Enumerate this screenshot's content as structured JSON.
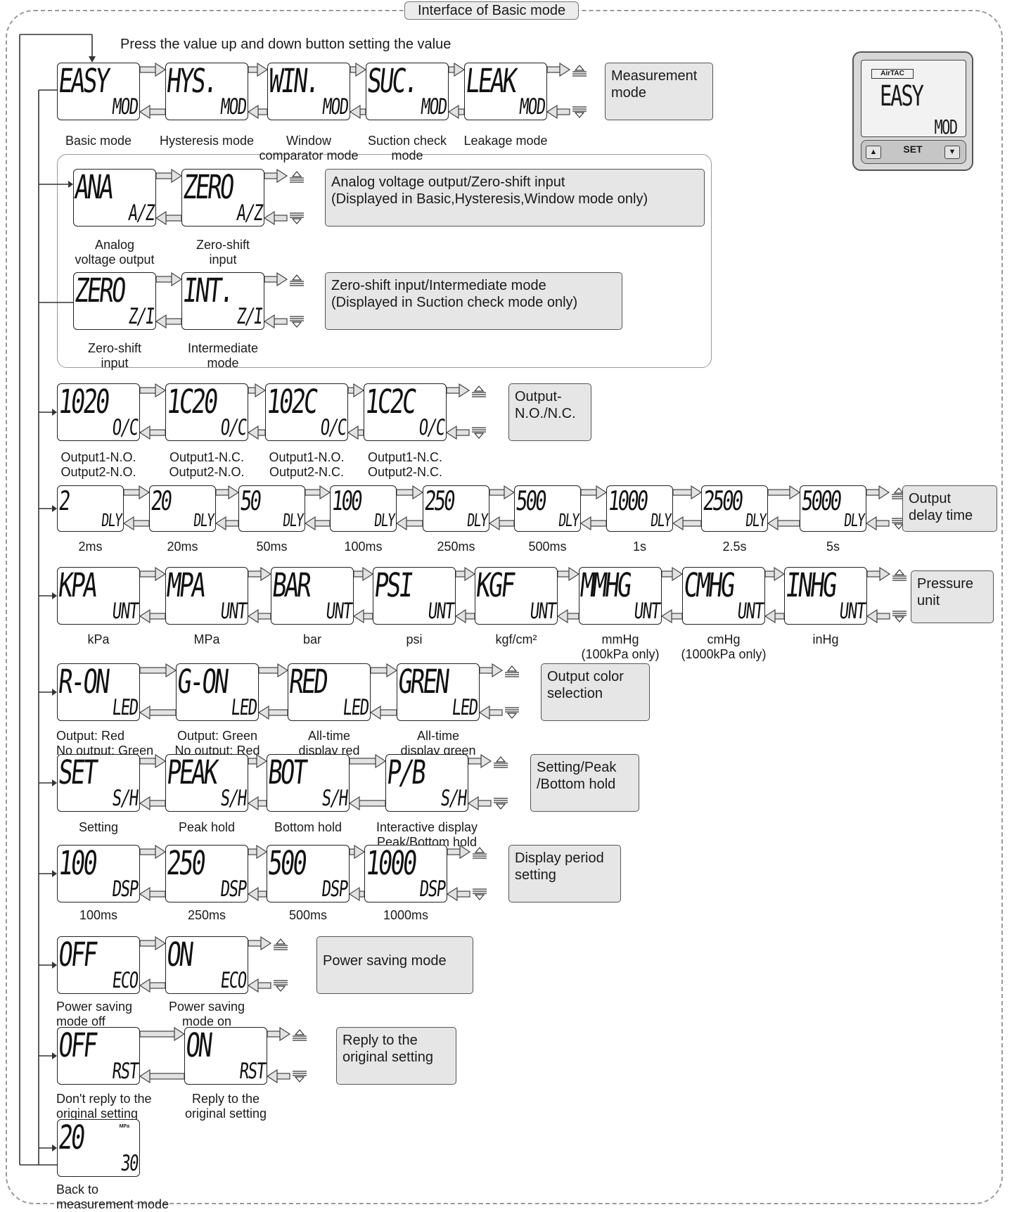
{
  "title": "Interface of Basic mode",
  "instruction": "Press the value up and down button setting the value",
  "device": {
    "brand": "AirTAC",
    "top": "EASY",
    "bottom": "MOD",
    "set_label": "SET",
    "up_icon": "up-arrow-icon",
    "down_icon": "down-arrow-icon"
  },
  "sections": {
    "measurement": "Measurement\nmode",
    "analog": "Analog voltage output/Zero-shift input\n(Displayed in Basic,Hysteresis,Window mode only)",
    "zero_int": "Zero-shift input/Intermediate mode\n(Displayed in Suction check mode only)",
    "output": "Output-\nN.O./N.C.",
    "delay": "Output\ndelay time",
    "pressure": "Pressure\nunit",
    "color": "Output color\nselection",
    "hold": "Setting/Peak\n/Bottom hold",
    "display": "Display period\nsetting",
    "eco": "Power saving mode",
    "reset": "Reply to the\noriginal setting"
  },
  "rows": {
    "mode": [
      {
        "top": "EASY",
        "bot": "MOD",
        "label": "Basic mode"
      },
      {
        "top": "HYS.",
        "bot": "MOD",
        "label": "Hysteresis mode"
      },
      {
        "top": "WIN.",
        "bot": "MOD",
        "label": "Window\ncomparator mode"
      },
      {
        "top": "SUC.",
        "bot": "MOD",
        "label": "Suction check\nmode"
      },
      {
        "top": "LEAK",
        "bot": "MOD",
        "label": "Leakage mode"
      }
    ],
    "analog": [
      {
        "top": "ANA",
        "bot": "A/Z",
        "label": "Analog\nvoltage output"
      },
      {
        "top": "ZERO",
        "bot": "A/Z",
        "label": "Zero-shift\ninput"
      }
    ],
    "zero_int": [
      {
        "top": "ZERO",
        "bot": "Z/I",
        "label": "Zero-shift\ninput"
      },
      {
        "top": "INT.",
        "bot": "Z/I",
        "label": "Intermediate\nmode"
      }
    ],
    "output": [
      {
        "top": "1020",
        "bot": "O/C",
        "label": "Output1-N.O.\nOutput2-N.O."
      },
      {
        "top": "1C20",
        "bot": "O/C",
        "label": "Output1-N.C.\nOutput2-N.O."
      },
      {
        "top": "102C",
        "bot": "O/C",
        "label": "Output1-N.O.\nOutput2-N.C."
      },
      {
        "top": "1C2C",
        "bot": "O/C",
        "label": "Output1-N.C.\nOutput2-N.C."
      }
    ],
    "delay": [
      {
        "top": "2",
        "bot": "DLY",
        "label": "2ms"
      },
      {
        "top": "20",
        "bot": "DLY",
        "label": "20ms"
      },
      {
        "top": "50",
        "bot": "DLY",
        "label": "50ms"
      },
      {
        "top": "100",
        "bot": "DLY",
        "label": "100ms"
      },
      {
        "top": "250",
        "bot": "DLY",
        "label": "250ms"
      },
      {
        "top": "500",
        "bot": "DLY",
        "label": "500ms"
      },
      {
        "top": "1000",
        "bot": "DLY",
        "label": "1s"
      },
      {
        "top": "2500",
        "bot": "DLY",
        "label": "2.5s"
      },
      {
        "top": "5000",
        "bot": "DLY",
        "label": "5s"
      }
    ],
    "pressure": [
      {
        "top": "KPA",
        "bot": "UNT",
        "label": "kPa"
      },
      {
        "top": "MPA",
        "bot": "UNT",
        "label": "MPa"
      },
      {
        "top": "BAR",
        "bot": "UNT",
        "label": "bar"
      },
      {
        "top": "PSI",
        "bot": "UNT",
        "label": "psi"
      },
      {
        "top": "KGF",
        "bot": "UNT",
        "label": "kgf/cm²"
      },
      {
        "top": "MMHG",
        "bot": "UNT",
        "label": "mmHg\n(100kPa only)"
      },
      {
        "top": "CMHG",
        "bot": "UNT",
        "label": "cmHg\n(1000kPa only)"
      },
      {
        "top": "INHG",
        "bot": "UNT",
        "label": "inHg"
      }
    ],
    "color": [
      {
        "top": "R-ON",
        "bot": "LED",
        "label": "Output: Red\nNo output: Green"
      },
      {
        "top": "G-ON",
        "bot": "LED",
        "label": "Output: Green\nNo output: Red"
      },
      {
        "top": "RED",
        "bot": "LED",
        "label": "All-time\ndisplay red"
      },
      {
        "top": "GREN",
        "bot": "LED",
        "label": "All-time\ndisplay green"
      }
    ],
    "hold": [
      {
        "top": "SET",
        "bot": "S/H",
        "label": "Setting"
      },
      {
        "top": "PEAK",
        "bot": "S/H",
        "label": "Peak hold"
      },
      {
        "top": "BOT",
        "bot": "S/H",
        "label": "Bottom hold"
      },
      {
        "top": "P/B",
        "bot": "S/H",
        "label": "Interactive display\nPeak/Bottom hold"
      }
    ],
    "display": [
      {
        "top": "100",
        "bot": "DSP",
        "label": "100ms"
      },
      {
        "top": "250",
        "bot": "DSP",
        "label": "250ms"
      },
      {
        "top": "500",
        "bot": "DSP",
        "label": "500ms"
      },
      {
        "top": "1000",
        "bot": "DSP",
        "label": "1000ms"
      }
    ],
    "eco": [
      {
        "top": "OFF",
        "bot": "ECO",
        "label": "Power saving\nmode off"
      },
      {
        "top": "ON",
        "bot": "ECO",
        "label": "Power saving\nmode on"
      }
    ],
    "reset": [
      {
        "top": "OFF",
        "bot": "RST",
        "label": "Don't reply to the\noriginal setting"
      },
      {
        "top": "ON",
        "bot": "RST",
        "label": "Reply to the\noriginal setting"
      }
    ],
    "back": [
      {
        "top": "20",
        "bot": "30",
        "unit": "MPa",
        "label": "Back to\nmeasurement mode"
      }
    ]
  }
}
